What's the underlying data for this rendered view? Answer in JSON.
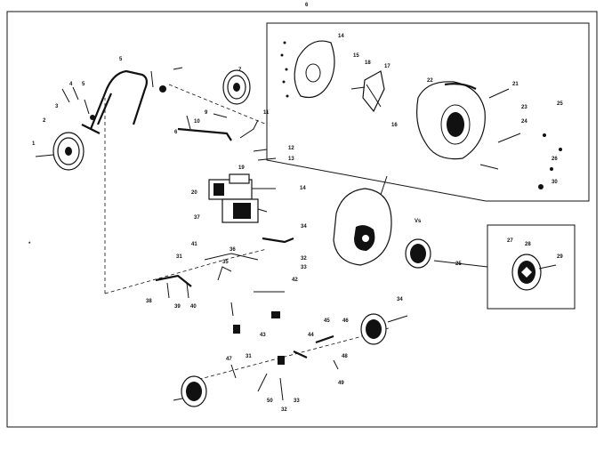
{
  "page_marker": "6",
  "stray_marks": {
    "left": "*",
    "center": "Vs"
  },
  "part_numbers": {
    "belt_pulley_left": "2",
    "belt_pulley_left_bolt": "1",
    "belt_pulley_left_key": "3",
    "handle": "5",
    "handle_hw1": "4",
    "handle_hw2": "5",
    "top_pulley": "7",
    "bracket_a": "6",
    "bracket_b": "9",
    "bracket_c": "10",
    "rod_a": "11",
    "rod_b": "12",
    "rod_c": "13",
    "engine": "20",
    "engine_part": "19",
    "engine_bolt": "14",
    "housing_cover": "14",
    "housing_bolts": "15",
    "fan": "17",
    "fan_hub": "16",
    "fan_pin": "18",
    "scroll_housing": "23",
    "scroll_bolt": "21",
    "scroll_part": "22",
    "scroll_bracket": "24",
    "scroll_stud": "25",
    "scroll_nut": "26",
    "scroll_washer": "27",
    "scroll_flange": "28",
    "scroll_screw": "29",
    "scroll_misc": "30",
    "frame_a": "31",
    "frame_b": "32",
    "frame_c": "33",
    "frame_d": "34",
    "frame_e": "35",
    "frame_f": "36",
    "frame_g": "37",
    "frame_h": "38",
    "frame_i": "39",
    "frame_j": "40",
    "frame_k": "41",
    "frame_l": "42",
    "frame_m": "43",
    "frame_n": "44",
    "frame_o": "45",
    "frame_p": "46",
    "frame_q": "47",
    "frame_r": "48",
    "frame_s": "49",
    "frame_t": "50",
    "cap_left": "31",
    "cap_mid": "32",
    "cap_right": "33",
    "wheel_main": "25",
    "wheel_right_label": "34"
  }
}
